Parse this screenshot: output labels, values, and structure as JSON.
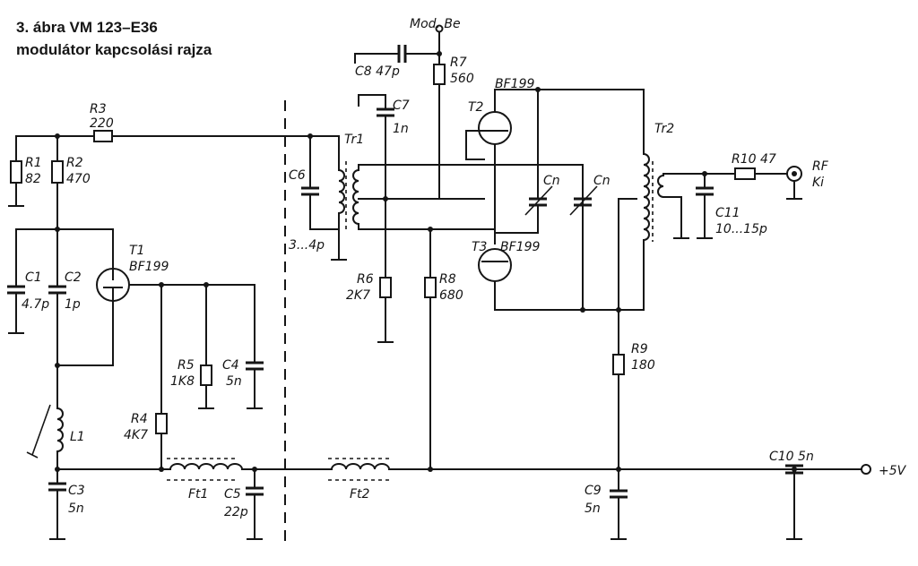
{
  "title": {
    "line1": "3. ábra VM 123–E36",
    "line2": "modulátor kapcsolási rajza"
  },
  "labels": {
    "mod_be": "Mod. Be",
    "c8": "C8 47p",
    "r7_name": "R7",
    "r7_val": "560",
    "bf199_t2": "BF199",
    "t2": "T2",
    "c7_name": "C7",
    "c7_val": "1n",
    "tr1": "Tr1",
    "tr2": "Tr2",
    "r3_name": "R3",
    "r3_val": "220",
    "r1_name": "R1",
    "r1_val": "82",
    "r2_name": "R2",
    "r2_val": "470",
    "c6": "C6",
    "c6_val": "3...4p",
    "cn1": "Cn",
    "cn2": "Cn",
    "r10": "R10 47",
    "rf": "RF",
    "ki": "Ki",
    "c11_name": "C11",
    "c11_val": "10...15p",
    "t3": "T3",
    "bf199_t3": "BF199",
    "c1_name": "C1",
    "c1_val": "4.7p",
    "c2_name": "C2",
    "c2_val": "1p",
    "t1": "T1",
    "bf199_t1": "BF199",
    "r6_name": "R6",
    "r6_val": "2K7",
    "r8_name": "R8",
    "r8_val": "680",
    "r9_name": "R9",
    "r9_val": "180",
    "r5_name": "R5",
    "r5_val": "1K8",
    "c4_name": "C4",
    "c4_val": "5n",
    "r4_name": "R4",
    "r4_val": "4K7",
    "l1": "L1",
    "c10": "C10 5n",
    "plus5v": "+5V",
    "c3_name": "C3",
    "c3_val": "5n",
    "ft1": "Ft1",
    "c5_name": "C5",
    "c5_val": "22p",
    "ft2": "Ft2",
    "c9_name": "C9",
    "c9_val": "5n"
  }
}
